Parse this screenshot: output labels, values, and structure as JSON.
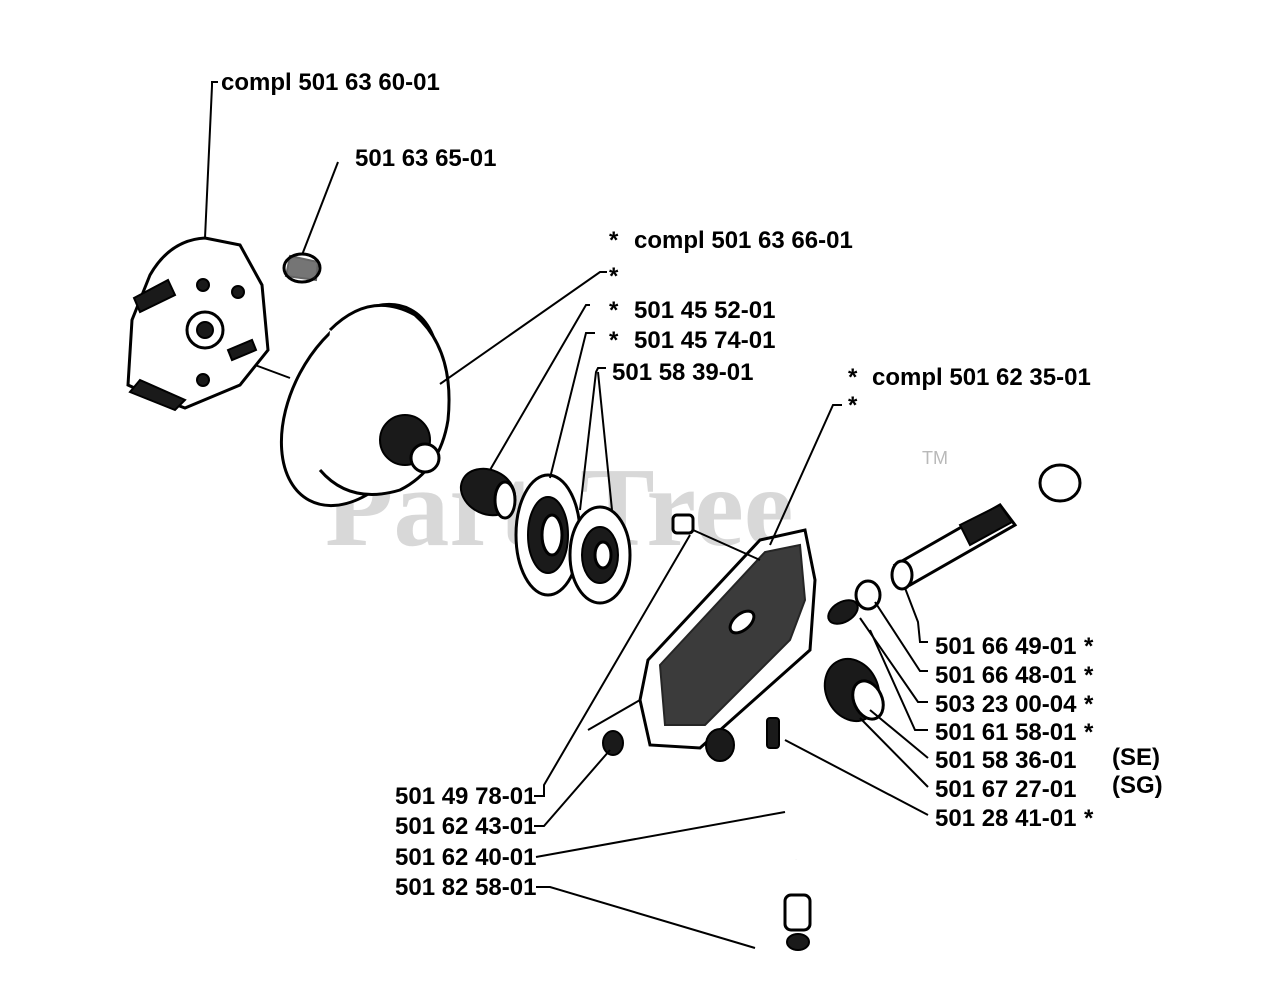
{
  "watermark": {
    "text": "PartsTree",
    "tm": "TM"
  },
  "labels": {
    "clutch_compl": "compl 501 63 60-01",
    "clutch_spring": "501 63 65-01",
    "drum_compl_star": "*",
    "drum_compl": "compl 501 63 66-01",
    "drum_star": "*",
    "bearing_star": "*",
    "bearing": "501 45 52-01",
    "washer_star": "*",
    "washer": "501 45 74-01",
    "cover": "501 58 39-01",
    "pump_compl_star": "*",
    "pump_compl": "compl 501 62 35-01",
    "pump_star": "*",
    "shaft": "501 66 49-01",
    "shaft_star": "*",
    "spring": "501 66 48-01",
    "spring_star": "*",
    "washer2": "503 23 00-04",
    "washer2_star": "*",
    "plunger": "501 61 58-01",
    "plunger_star": "*",
    "gear_se": "501 58 36-01",
    "gear_se_tag": "(SE)",
    "gear_sg": "501 67 27-01",
    "gear_sg_tag": "(SG)",
    "screw": "501 28 41-01",
    "screw_star": "*",
    "bolt": "501 49 78-01",
    "seal": "501 62 43-01",
    "hose": "501 62 40-01",
    "filter": "501 82 58-01"
  }
}
